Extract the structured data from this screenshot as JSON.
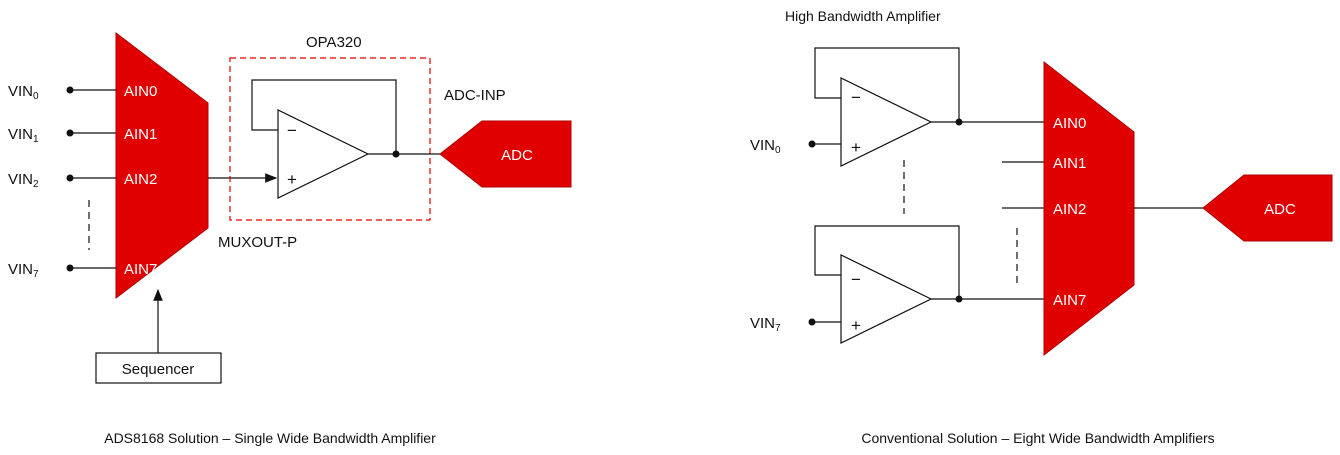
{
  "left": {
    "inputs": [
      {
        "base": "VIN",
        "sub": "0",
        "channel": "AIN0"
      },
      {
        "base": "VIN",
        "sub": "1",
        "channel": "AIN1"
      },
      {
        "base": "VIN",
        "sub": "2",
        "channel": "AIN2"
      },
      {
        "base": "VIN",
        "sub": "7",
        "channel": "AIN7"
      }
    ],
    "amp_label": "OPA320",
    "adc_inp_label": "ADC-INP",
    "muxout_label": "MUXOUT-P",
    "adc_label": "ADC",
    "sequencer_label": "Sequencer",
    "minus": "−",
    "plus": "+",
    "caption": "ADS8168 Solution – Single Wide Bandwidth Amplifier"
  },
  "right": {
    "title": "High Bandwidth Amplifier",
    "inputs": [
      {
        "base": "VIN",
        "sub": "0"
      },
      {
        "base": "VIN",
        "sub": "7"
      }
    ],
    "channels": [
      "AIN0",
      "AIN1",
      "AIN2",
      "AIN7"
    ],
    "adc_label": "ADC",
    "minus": "−",
    "plus": "+",
    "caption": "Conventional Solution – Eight Wide Bandwidth Amplifiers"
  },
  "colors": {
    "mux_fill": "#e00000",
    "wire": "#111111",
    "amp_box_dash": "#e00000"
  }
}
